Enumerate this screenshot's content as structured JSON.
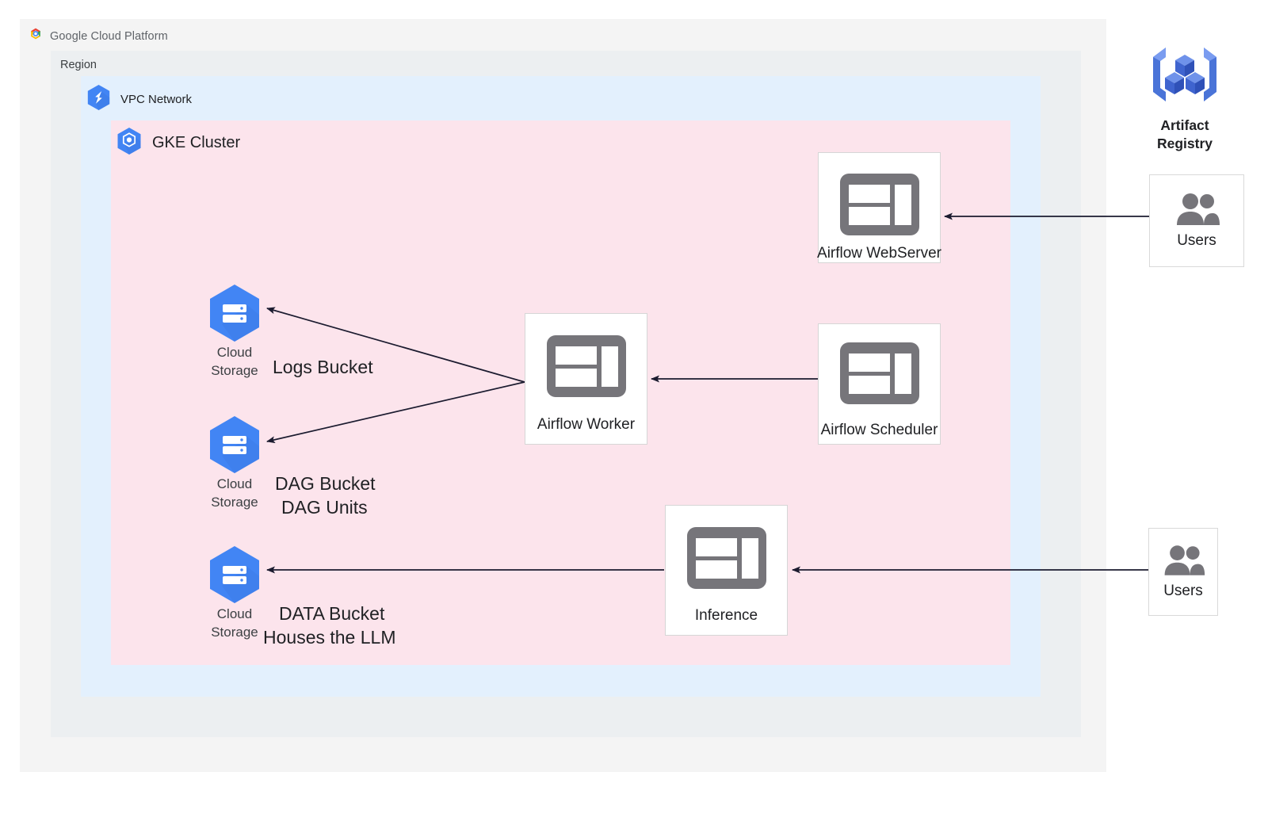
{
  "page": {
    "brand": {
      "icon": "google-cloud-logo",
      "name_bold": "Google",
      "name_rest": "Cloud Platform"
    },
    "colors": {
      "gcp_outer_bg": "#f4f4f4",
      "region_bg": "#eceff1",
      "vpc_bg": "#e3f0fd",
      "gke_bg": "#fce4ec",
      "node_bg": "#ffffff",
      "node_border": "#d6d6d6",
      "icon_gray": "#76757a",
      "gcp_blue": "#4285f4",
      "artifact_blue": "#3f64cf",
      "edge_stroke": "#1b1b2f",
      "text_primary": "#202124",
      "text_secondary": "#3c4043"
    }
  },
  "containers": {
    "region": {
      "label": "Region"
    },
    "vpc": {
      "label": "VPC Network",
      "icon": "vpc-network-icon"
    },
    "gke": {
      "label": "GKE Cluster",
      "icon": "gke-cluster-icon"
    }
  },
  "nodes": {
    "airflow_webserver": {
      "label": "Airflow WebServer",
      "icon": "dashboard-icon"
    },
    "airflow_worker": {
      "label": "Airflow Worker",
      "icon": "dashboard-icon"
    },
    "airflow_scheduler": {
      "label": "Airflow Scheduler",
      "icon": "dashboard-icon"
    },
    "inference": {
      "label": "Inference",
      "icon": "dashboard-icon"
    }
  },
  "buckets": [
    {
      "icon": "cloud-storage-icon",
      "caption_line1": "Cloud",
      "caption_line2": "Storage",
      "note_line1": "Logs Bucket",
      "note_line2": ""
    },
    {
      "icon": "cloud-storage-icon",
      "caption_line1": "Cloud",
      "caption_line2": "Storage",
      "note_line1": "DAG Bucket",
      "note_line2": "DAG Units"
    },
    {
      "icon": "cloud-storage-icon",
      "caption_line1": "Cloud",
      "caption_line2": "Storage",
      "note_line1": "DATA Bucket",
      "note_line2": "Houses the LLM"
    }
  ],
  "external": {
    "artifact_registry": {
      "icon": "artifact-registry-icon",
      "label_line1": "Artifact",
      "label_line2": "Registry"
    },
    "users_top": {
      "icon": "users-icon",
      "label": "Users"
    },
    "users_bottom": {
      "icon": "users-icon",
      "label": "Users"
    }
  },
  "edges": [
    {
      "from": "users_top",
      "to": "airflow_webserver",
      "direction": "left"
    },
    {
      "from": "airflow_scheduler",
      "to": "airflow_worker",
      "direction": "left"
    },
    {
      "from": "airflow_worker",
      "to": "logs_bucket",
      "direction": "up-left"
    },
    {
      "from": "airflow_worker",
      "to": "dag_bucket",
      "direction": "down-left"
    },
    {
      "from": "users_bottom",
      "to": "inference",
      "direction": "left"
    },
    {
      "from": "inference",
      "to": "data_bucket",
      "direction": "left"
    }
  ]
}
